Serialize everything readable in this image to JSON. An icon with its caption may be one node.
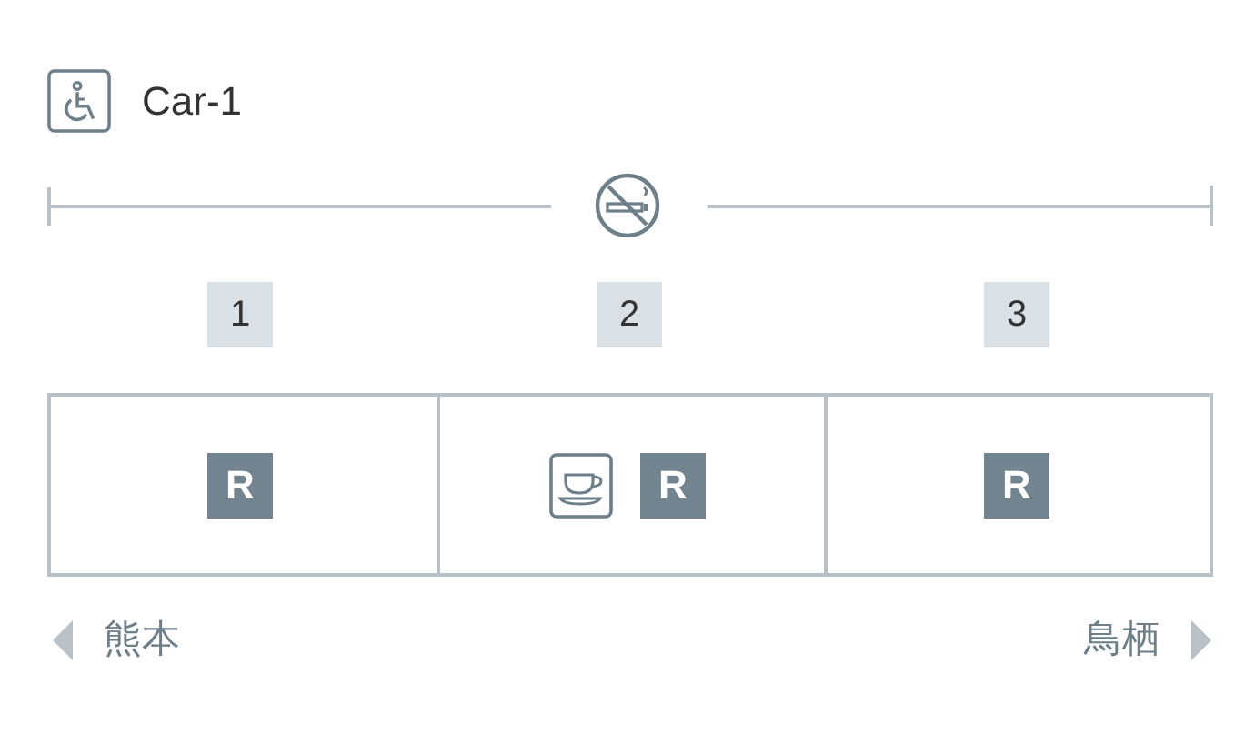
{
  "diagram": {
    "title": "Car-1",
    "nodes": [
      {
        "text": [
          "1"
        ]
      },
      {
        "text": [
          "2"
        ]
      },
      {
        "text": [
          "3"
        ]
      },
      {
        "text": [],
        "shape": "box"
      },
      {
        "text": [
          "R"
        ],
        "in": 3
      },
      {
        "text": [],
        "shape": "box"
      },
      {
        "text": [
          "R"
        ],
        "in": 5
      },
      {
        "text": [],
        "shape": "box"
      },
      {
        "text": [
          "R"
        ],
        "in": 7
      }
    ],
    "labels": [
      "熊本",
      "鳥栖"
    ]
  }
}
